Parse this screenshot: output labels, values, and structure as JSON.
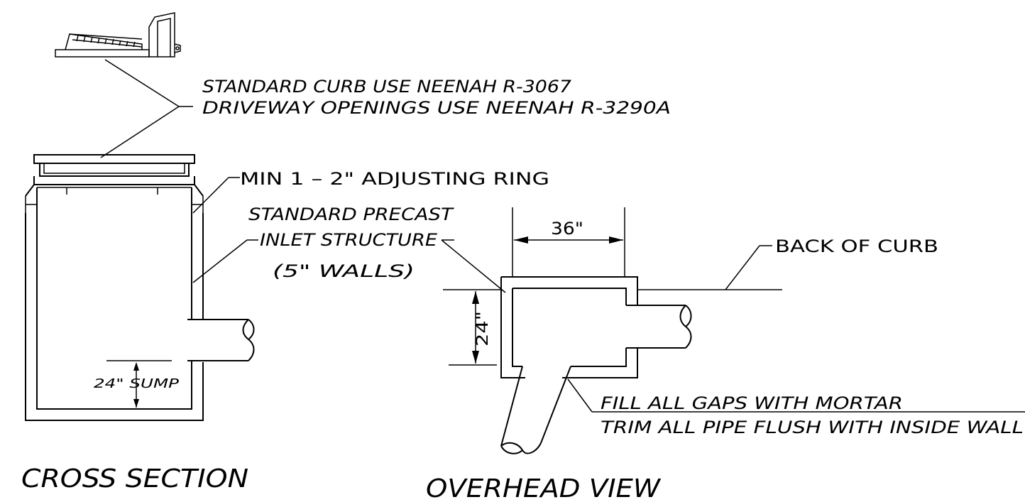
{
  "notes": {
    "grate_line1": "STANDARD CURB USE NEENAH R-3067",
    "grate_line2": "DRIVEWAY OPENINGS USE NEENAH R-3290A",
    "adjusting_ring": "MIN 1 – 2\" ADJUSTING RING",
    "structure_line1": "STANDARD PRECAST",
    "structure_line2": "INLET STRUCTURE",
    "structure_line3": "(5\" WALLS)",
    "sump": "24\" SUMP",
    "back_of_curb": "BACK OF CURB",
    "mortar_line1": "FILL ALL GAPS WITH MORTAR",
    "mortar_line2": "TRIM ALL PIPE FLUSH WITH INSIDE WALL"
  },
  "dimensions": {
    "width": "36\"",
    "depth": "24\""
  },
  "titles": {
    "cross_section": "CROSS SECTION",
    "overhead_view": "OVERHEAD VIEW"
  }
}
